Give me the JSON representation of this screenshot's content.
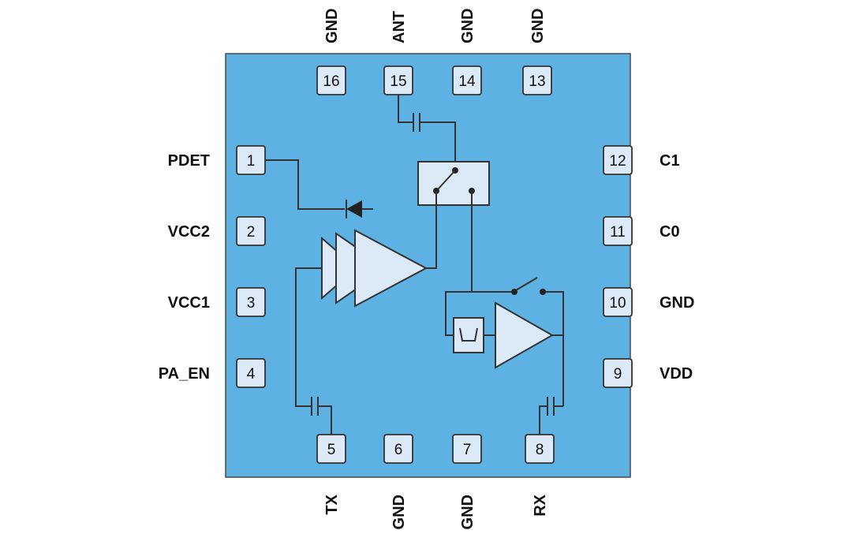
{
  "diagram": {
    "type": "ic-functional-block-pinout",
    "colors": {
      "chip_body": "#5EB1E3",
      "component_fill": "#DCE9F6",
      "stroke": "#333333",
      "background": "#FFFFFF"
    },
    "pins": {
      "top": [
        {
          "number": "16",
          "label": "GND"
        },
        {
          "number": "15",
          "label": "ANT"
        },
        {
          "number": "14",
          "label": "GND"
        },
        {
          "number": "13",
          "label": "GND"
        }
      ],
      "left": [
        {
          "number": "1",
          "label": "PDET"
        },
        {
          "number": "2",
          "label": "VCC2"
        },
        {
          "number": "3",
          "label": "VCC1"
        },
        {
          "number": "4",
          "label": "PA_EN"
        }
      ],
      "right": [
        {
          "number": "12",
          "label": "C1"
        },
        {
          "number": "11",
          "label": "C0"
        },
        {
          "number": "10",
          "label": "GND"
        },
        {
          "number": "9",
          "label": "VDD"
        }
      ],
      "bottom": [
        {
          "number": "5",
          "label": "TX"
        },
        {
          "number": "6",
          "label": "GND"
        },
        {
          "number": "7",
          "label": "GND"
        },
        {
          "number": "8",
          "label": "RX"
        }
      ]
    }
  }
}
